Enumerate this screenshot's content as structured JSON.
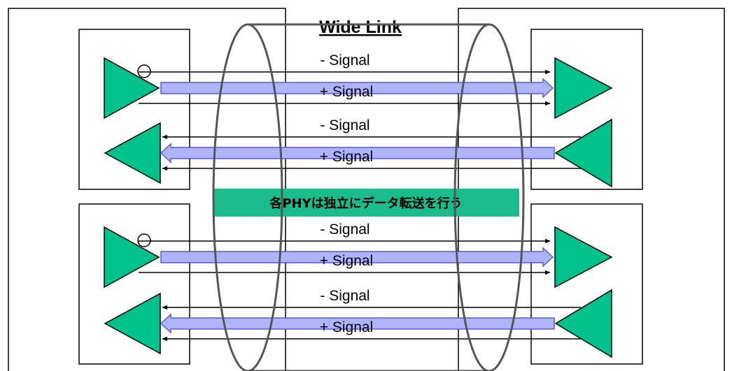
{
  "title": "Wide Link",
  "banner": {
    "text": "各PHYは独立にデータ転送を行う",
    "color": "#1abc8c"
  },
  "colors": {
    "triangle_fill": "#00c08b",
    "triangle_stroke": "#000000",
    "thick_arrow_fill": "#aeb4ff",
    "thick_arrow_stroke": "#5a5ad6",
    "cable_stroke": "#555555"
  },
  "channels": [
    {
      "minus_label": "- Signal",
      "plus_label": "+ Signal",
      "direction": "right"
    },
    {
      "minus_label": "- Signal",
      "plus_label": "+ Signal",
      "direction": "left"
    },
    {
      "minus_label": "- Signal",
      "plus_label": "+ Signal",
      "direction": "right"
    },
    {
      "minus_label": "- Signal",
      "plus_label": "+ Signal",
      "direction": "left"
    }
  ]
}
